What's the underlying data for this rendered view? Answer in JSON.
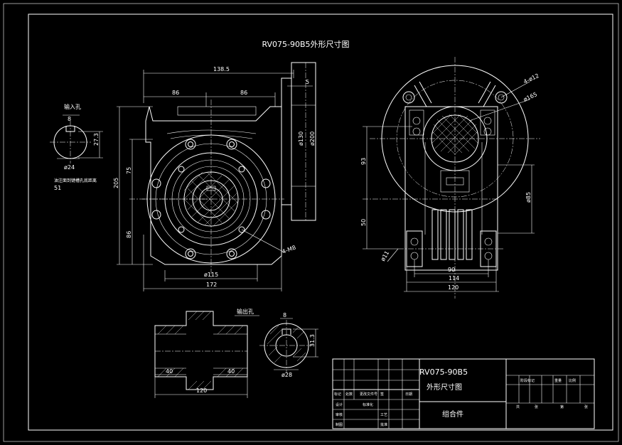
{
  "drawing": {
    "title": "RV075-90B5外形尺寸图"
  },
  "front_view": {
    "dims": {
      "overall_width": "138.5",
      "half_left": "86",
      "half_right": "86",
      "flange_thk": "5",
      "pilot_dia": "ø130",
      "flange_dia": "ø200",
      "total_height": "205",
      "upper_height": "75",
      "lower_height": "86",
      "bolt_circle": "ø115",
      "base_width": "172",
      "tap": "4-M8"
    }
  },
  "input_hole": {
    "label": "输入孔",
    "key": "8",
    "depth": "27.3",
    "dia": "ø24",
    "note": "油注面到键槽孔底距离",
    "note_value": "51"
  },
  "side_view": {
    "dims": {
      "holes": "4-ø12",
      "flange_bc": "ø165",
      "center_h": "93",
      "shaft_h": "50",
      "dia85": "ø85",
      "foot_hole": "ø11",
      "foot_span": "90",
      "foot_width": "114",
      "base": "120"
    }
  },
  "output_hole": {
    "label": "输出孔",
    "key": "8",
    "depth": "31.3",
    "dia": "ø28",
    "left_len": "40",
    "right_len": "40",
    "total_len": "120"
  },
  "title_block": {
    "model": "RV075-90B5",
    "subtitle": "外形尺寸图",
    "part": "组合件",
    "cells": {
      "mark": "标记",
      "count": "处数",
      "file": "更改文件号",
      "sign": "签",
      "date": "日期",
      "design": "设计",
      "std": "标准化",
      "check": "审核",
      "proc": "工艺",
      "approve": "批准",
      "draw": "制图",
      "stage": "阶段标记",
      "weight": "重量",
      "scale": "比例",
      "sheets": "共",
      "sheet": "张",
      "page": "第",
      "page_unit": "张"
    }
  }
}
